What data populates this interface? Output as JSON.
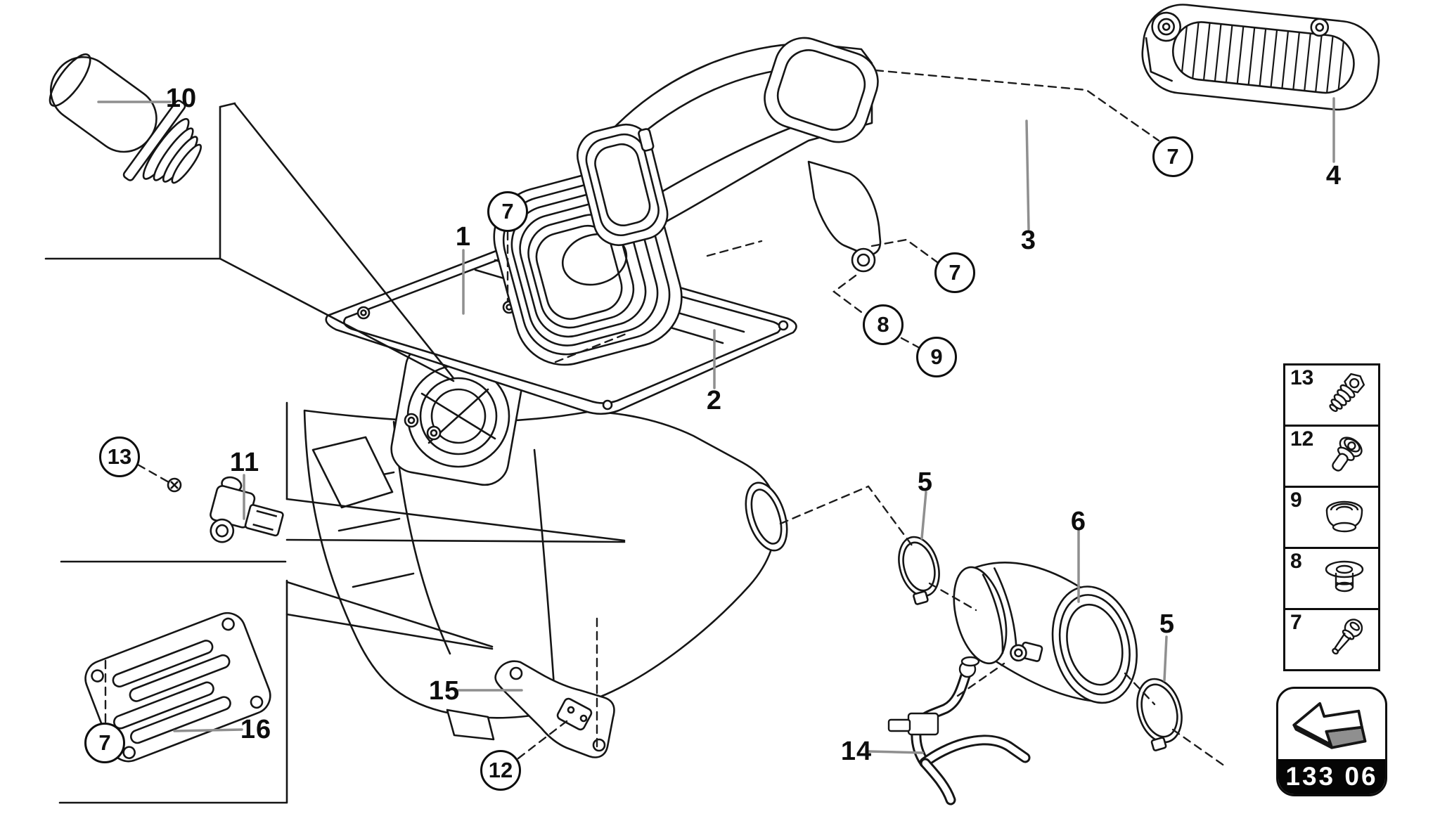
{
  "page": {
    "background_color": "#ffffff"
  },
  "callouts": {
    "plain": [
      {
        "label": "1"
      },
      {
        "label": "2"
      },
      {
        "label": "3"
      },
      {
        "label": "4"
      },
      {
        "label": "5"
      },
      {
        "label": "5"
      },
      {
        "label": "6"
      },
      {
        "label": "10"
      },
      {
        "label": "11"
      },
      {
        "label": "14"
      },
      {
        "label": "15"
      },
      {
        "label": "16"
      }
    ],
    "circled": [
      {
        "label": "7"
      },
      {
        "label": "7"
      },
      {
        "label": "7"
      },
      {
        "label": "7"
      },
      {
        "label": "8"
      },
      {
        "label": "9"
      },
      {
        "label": "12"
      },
      {
        "label": "13"
      }
    ]
  },
  "legend": {
    "rows": [
      {
        "number": "13",
        "icon": "hex-flange-screw-icon"
      },
      {
        "number": "12",
        "icon": "expansion-rivet-icon"
      },
      {
        "number": "9",
        "icon": "rubber-grommet-icon"
      },
      {
        "number": "8",
        "icon": "flanged-bushing-icon"
      },
      {
        "number": "7",
        "icon": "pan-head-bolt-icon"
      }
    ]
  },
  "badge": {
    "code": "133 06",
    "icon": "exploded-view-arrow-icon"
  }
}
